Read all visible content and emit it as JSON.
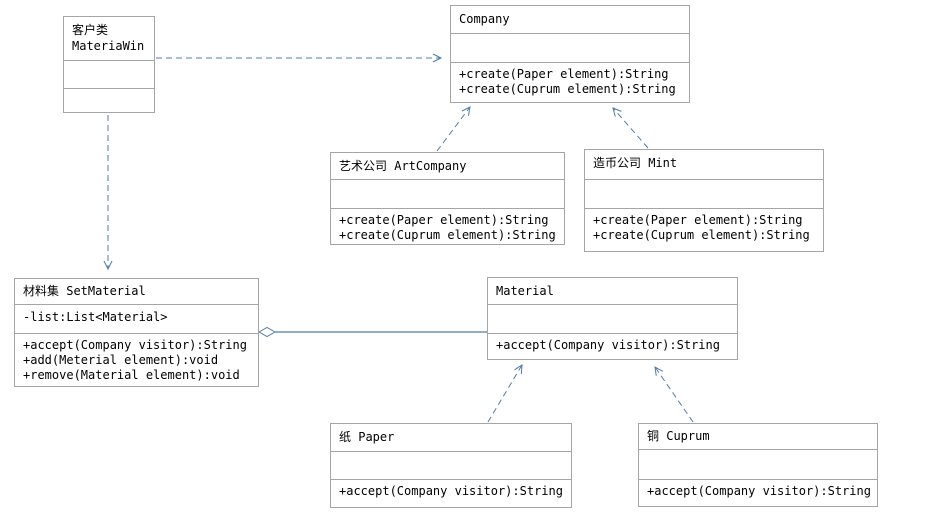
{
  "diagram": {
    "kind": "uml-class-diagram",
    "background_color": "#ffffff",
    "box_border_color": "#a5a5a5",
    "connector_color": "#4f7da8",
    "text_color": "#000000"
  },
  "classes": {
    "materiawin": {
      "title_lines": [
        "客户类",
        "MateriaWin"
      ],
      "attributes": [],
      "operations": []
    },
    "company": {
      "title_lines": [
        "Company"
      ],
      "attributes": [],
      "operations": [
        "+create(Paper element):String",
        "+create(Cuprum element):String"
      ]
    },
    "artcompany": {
      "title_lines": [
        "艺术公司 ArtCompany"
      ],
      "attributes": [],
      "operations": [
        "+create(Paper element):String",
        "+create(Cuprum element):String"
      ]
    },
    "mint": {
      "title_lines": [
        "造币公司 Mint"
      ],
      "attributes": [],
      "operations": [
        "+create(Paper element):String",
        "+create(Cuprum element):String"
      ]
    },
    "setmaterial": {
      "title_lines": [
        "材料集 SetMaterial"
      ],
      "attributes": [
        "-list:List<Material>"
      ],
      "operations": [
        "+accept(Company visitor):String",
        "+add(Meterial element):void",
        "+remove(Material element):void"
      ]
    },
    "material": {
      "title_lines": [
        "Material"
      ],
      "attributes": [],
      "operations": [
        "+accept(Company visitor):String"
      ]
    },
    "paper": {
      "title_lines": [
        "纸 Paper"
      ],
      "attributes": [],
      "operations": [
        "+accept(Company visitor):String"
      ]
    },
    "cuprum": {
      "title_lines": [
        "铜 Cuprum"
      ],
      "attributes": [],
      "operations": [
        "+accept(Company visitor):String"
      ]
    }
  },
  "connectors": [
    {
      "id": "materiawin-company",
      "type": "dashed-open-arrow",
      "from": "MateriaWin",
      "to": "Company"
    },
    {
      "id": "materiawin-setmaterial",
      "type": "dashed-open-arrow",
      "from": "MateriaWin",
      "to": "SetMaterial"
    },
    {
      "id": "artcompany-company",
      "type": "dashed-open-arrow",
      "from": "ArtCompany",
      "to": "Company"
    },
    {
      "id": "mint-company",
      "type": "dashed-open-arrow",
      "from": "Mint",
      "to": "Company"
    },
    {
      "id": "setmaterial-material",
      "type": "aggregation-hollow-diamond-line",
      "from": "SetMaterial",
      "to": "Material"
    },
    {
      "id": "paper-material",
      "type": "dashed-open-arrow",
      "from": "Paper",
      "to": "Material"
    },
    {
      "id": "cuprum-material",
      "type": "dashed-open-arrow",
      "from": "Cuprum",
      "to": "Material"
    }
  ]
}
